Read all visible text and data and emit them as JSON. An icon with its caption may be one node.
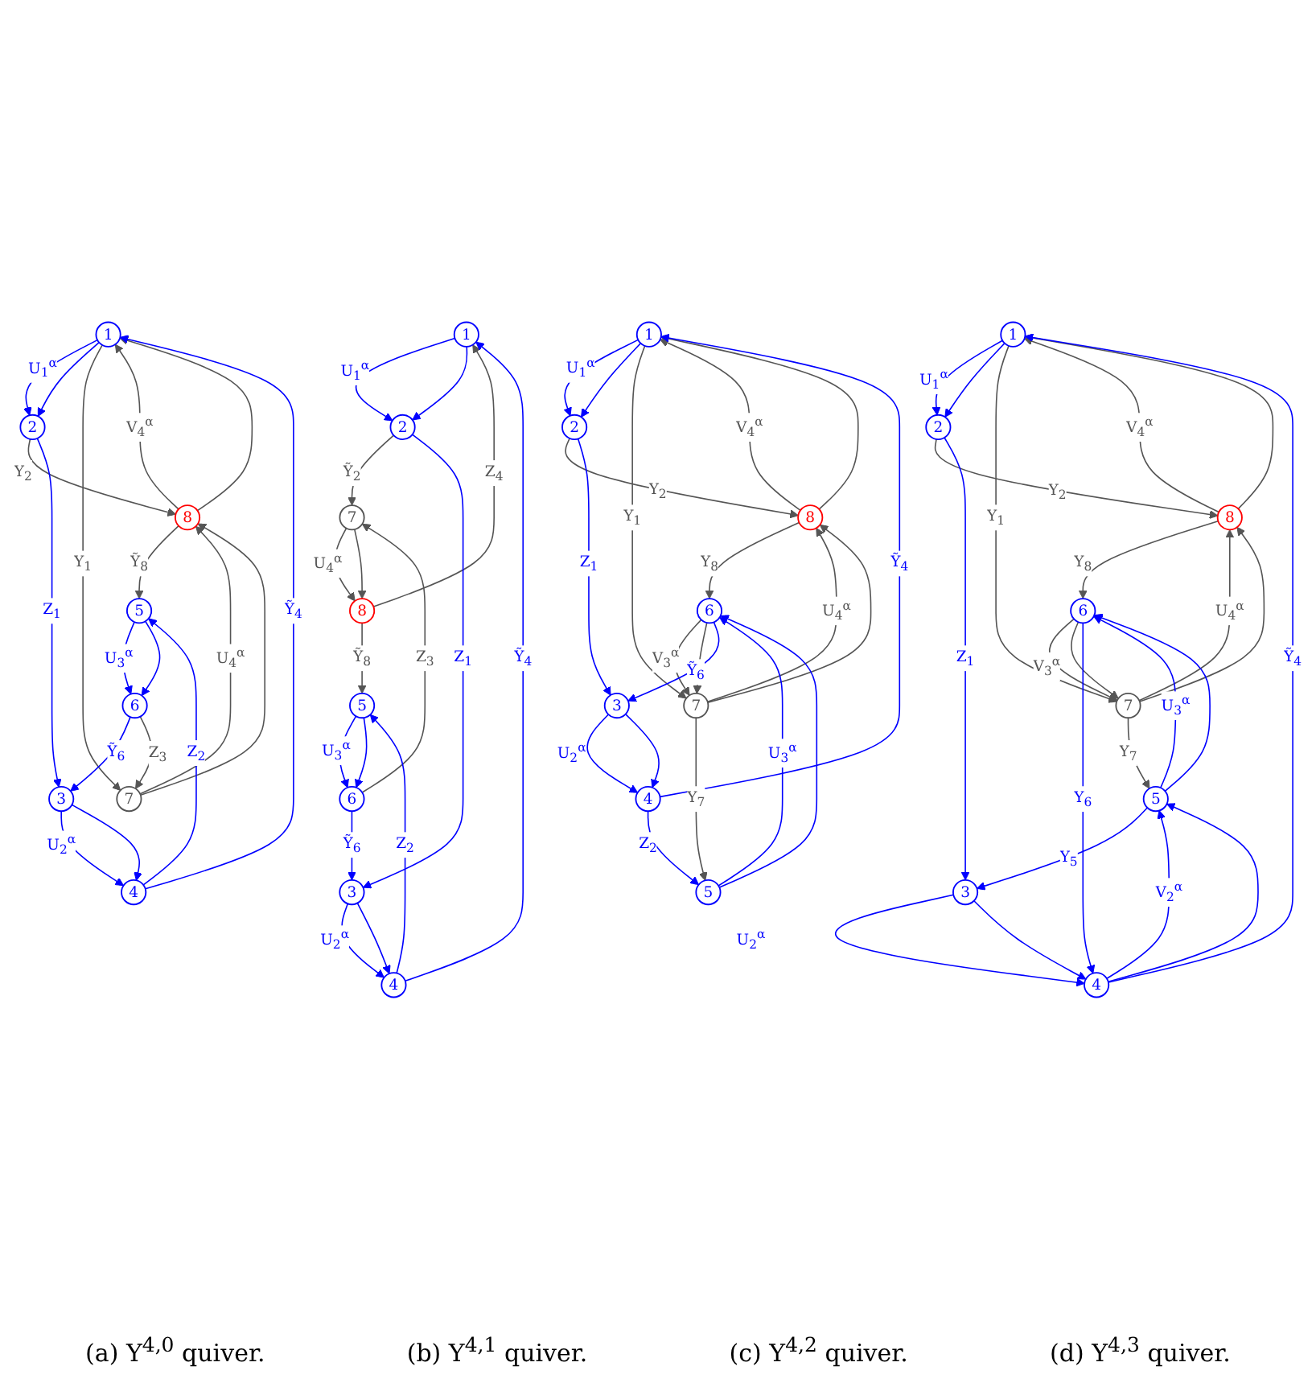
{
  "diagram": {
    "nodes": [
      {
        "text": [
          "1"
        ]
      },
      {
        "text": [
          "2"
        ]
      },
      {
        "text": [
          "3"
        ]
      },
      {
        "text": [
          "4"
        ]
      },
      {
        "text": [
          "5"
        ]
      },
      {
        "text": [
          "6"
        ]
      },
      {
        "text": [
          "7"
        ]
      },
      {
        "text": [
          "8"
        ]
      },
      {
        "text": [
          "1"
        ]
      },
      {
        "text": [
          "2"
        ]
      },
      {
        "text": [
          "3"
        ]
      },
      {
        "text": [
          "4"
        ]
      },
      {
        "text": [
          "5"
        ]
      },
      {
        "text": [
          "6"
        ]
      },
      {
        "text": [
          "7"
        ]
      },
      {
        "text": [
          "8"
        ]
      },
      {
        "text": [
          "1"
        ]
      },
      {
        "text": [
          "2"
        ]
      },
      {
        "text": [
          "3"
        ]
      },
      {
        "text": [
          "4"
        ]
      },
      {
        "text": [
          "5"
        ]
      },
      {
        "text": [
          "6"
        ]
      },
      {
        "text": [
          "7"
        ]
      },
      {
        "text": [
          "8"
        ]
      },
      {
        "text": [
          "1"
        ]
      },
      {
        "text": [
          "2"
        ]
      },
      {
        "text": [
          "3"
        ]
      },
      {
        "text": [
          "4"
        ]
      },
      {
        "text": [
          "5"
        ]
      },
      {
        "text": [
          "6"
        ]
      },
      {
        "text": [
          "7"
        ]
      },
      {
        "text": [
          "8"
        ]
      }
    ],
    "edges": [
      {
        "from": 7,
        "to": 0,
        "arrow": "to",
        "label": "Z$_{4}$",
        "color": "#555555"
      },
      {
        "from": 0,
        "to": 1,
        "arrow": "to",
        "label": "U$_{1}$$^{α}$"
      },
      {
        "from": 0,
        "to": 1,
        "arrow": "to"
      },
      {
        "from": 1,
        "to": 6,
        "arrow": "to",
        "label": "Ỹ$_{2}$",
        "color": "#555555"
      },
      {
        "from": 1,
        "to": 2,
        "arrow": "to",
        "label": "Z$_{1}$"
      },
      {
        "from": 3,
        "to": 0,
        "arrow": "to",
        "label": "Ỹ$_{4}$"
      },
      {
        "from": 6,
        "to": 7,
        "arrow": "to",
        "label": "U$_{4}$$^{α}$",
        "color": "#555555"
      },
      {
        "from": 6,
        "to": 7,
        "arrow": "to",
        "color": "#555555"
      },
      {
        "from": 7,
        "to": 4,
        "arrow": "to",
        "label": "Ỹ$_{8}$",
        "color": "#555555"
      },
      {
        "from": 5,
        "to": 2,
        "arrow": "to",
        "label": "Ỹ$_{6}$"
      },
      {
        "from": 2,
        "to": 3,
        "arrow": "to",
        "label": "U$_{2}$$^{α}$"
      },
      {
        "from": 2,
        "to": 3,
        "arrow": "to"
      },
      {
        "from": 5,
        "to": 6,
        "arrow": "to",
        "label": "Z$_{3}$",
        "color": "#555555"
      },
      {
        "from": 4,
        "to": 5,
        "arrow": "to",
        "label": "U$_{3}$$^{α}$"
      },
      {
        "from": 4,
        "to": 5,
        "arrow": "to"
      },
      {
        "from": 3,
        "to": 4,
        "arrow": "to",
        "label": "Z$_{2}$"
      },
      {
        "from": 15,
        "to": 8,
        "arrow": "to",
        "label": "V$_{4}$$^{α}$",
        "color": "#555555"
      },
      {
        "from": 15,
        "to": 8,
        "arrow": "to",
        "color": "#555555"
      },
      {
        "from": 8,
        "to": 9,
        "arrow": "to",
        "label": "U$_{1}$$^{α}$"
      },
      {
        "from": 8,
        "to": 9,
        "arrow": "to"
      },
      {
        "from": 9,
        "to": 15,
        "arrow": "to",
        "label": "Y$_{2}$",
        "color": "#555555"
      },
      {
        "from": 8,
        "to": 14,
        "arrow": "to",
        "label": "Y$_{1}$",
        "color": "#555555"
      },
      {
        "from": 9,
        "to": 10,
        "arrow": "to",
        "label": "Z$_{1}$"
      },
      {
        "from": 14,
        "to": 15,
        "arrow": "to",
        "label": "U$_{4}$$^{α}$",
        "color": "#555555"
      },
      {
        "from": 14,
        "to": 15,
        "arrow": "to",
        "color": "#555555"
      },
      {
        "from": 11,
        "to": 8,
        "arrow": "to",
        "label": "Ỹ$_{4}$"
      },
      {
        "from": 15,
        "to": 12,
        "arrow": "to",
        "label": "Ỹ$_{8}$",
        "color": "#555555"
      },
      {
        "from": 13,
        "to": 10,
        "arrow": "to",
        "label": "Ỹ$_{6}$"
      },
      {
        "from": 10,
        "to": 11,
        "arrow": "to",
        "label": "U$_{2}$$^{α}$"
      },
      {
        "from": 10,
        "to": 11,
        "arrow": "to"
      },
      {
        "from": 13,
        "to": 14,
        "arrow": "to",
        "label": "Z$_{3}$",
        "color": "#555555"
      },
      {
        "from": 12,
        "to": 13,
        "arrow": "to",
        "label": "U$_{3}$$^{α}$"
      },
      {
        "from": 12,
        "to": 13,
        "arrow": "to"
      },
      {
        "from": 11,
        "to": 12,
        "arrow": "to",
        "label": "Z$_{2}$"
      },
      {
        "from": 23,
        "to": 16,
        "arrow": "to",
        "label": "V$_{4}$$^{α}$",
        "color": "#555555"
      },
      {
        "from": 23,
        "to": 16,
        "arrow": "to",
        "color": "#555555"
      },
      {
        "from": 16,
        "to": 17,
        "arrow": "to",
        "label": "U$_{1}$$^{α}$"
      },
      {
        "from": 16,
        "to": 17,
        "arrow": "to"
      },
      {
        "from": 17,
        "to": 23,
        "arrow": "to",
        "label": "Y$_{2}$",
        "color": "#555555"
      },
      {
        "from": 16,
        "to": 22,
        "arrow": "to",
        "label": "Y$_{1}$",
        "color": "#555555"
      },
      {
        "from": 17,
        "to": 18,
        "arrow": "to",
        "label": "Z$_{1}$"
      },
      {
        "from": 22,
        "to": 23,
        "arrow": "to",
        "label": "U$_{4}$$^{α}$",
        "color": "#555555"
      },
      {
        "from": 22,
        "to": 23,
        "arrow": "to",
        "color": "#555555"
      },
      {
        "from": 19,
        "to": 16,
        "arrow": "to",
        "label": "Ỹ$_{4}$"
      },
      {
        "from": 23,
        "to": 21,
        "arrow": "to",
        "label": "Y$_{8}$",
        "color": "#555555"
      },
      {
        "from": 21,
        "to": 22,
        "arrow": "to",
        "label": "V$_{3}$$^{α}$",
        "color": "#555555"
      },
      {
        "from": 21,
        "to": 22,
        "arrow": "to",
        "color": "#555555"
      },
      {
        "from": 22,
        "to": 20,
        "arrow": "to",
        "label": "Y$_{7}$",
        "color": "#555555"
      },
      {
        "from": 21,
        "to": 18,
        "arrow": "to",
        "label": "Ỹ$_{6}$"
      },
      {
        "from": 18,
        "to": 19,
        "arrow": "to",
        "label": "U$_{2}$$^{α}$"
      },
      {
        "from": 18,
        "to": 19,
        "arrow": "to"
      },
      {
        "from": 20,
        "to": 21,
        "arrow": "to",
        "label": "U$_{3}$$^{α}$"
      },
      {
        "from": 20,
        "to": 21,
        "arrow": "to"
      },
      {
        "from": 19,
        "to": 20,
        "arrow": "to",
        "label": "Z$_{2}$"
      },
      {
        "from": 31,
        "to": 24,
        "arrow": "to",
        "label": "V$_{4}$$^{α}$",
        "color": "#555555"
      },
      {
        "from": 31,
        "to": 24,
        "arrow": "to",
        "color": "#555555"
      },
      {
        "from": 24,
        "to": 25,
        "arrow": "to",
        "label": "U$_{1}$$^{α}$"
      },
      {
        "from": 24,
        "to": 25,
        "arrow": "to"
      },
      {
        "from": 25,
        "to": 31,
        "arrow": "to",
        "label": "Y$_{2}$",
        "color": "#555555"
      },
      {
        "from": 24,
        "to": 30,
        "arrow": "to",
        "label": "Y$_{1}$",
        "color": "#555555"
      },
      {
        "from": 25,
        "to": 26,
        "arrow": "to",
        "label": "Z$_{1}$"
      },
      {
        "from": 30,
        "to": 31,
        "arrow": "to",
        "label": "U$_{4}$$^{α}$",
        "color": "#555555"
      },
      {
        "from": 30,
        "to": 31,
        "arrow": "to",
        "color": "#555555"
      },
      {
        "from": 27,
        "to": 24,
        "arrow": "to",
        "label": "Ỹ$_{4}$"
      },
      {
        "from": 31,
        "to": 29,
        "arrow": "to",
        "label": "Y$_{8}$",
        "color": "#555555"
      },
      {
        "from": 26,
        "to": 27,
        "arrow": "to",
        "label": "U$_{2}$$^{α}$"
      },
      {
        "from": 26,
        "to": 27,
        "arrow": "to"
      },
      {
        "from": 29,
        "to": 30,
        "arrow": "to",
        "label": "V$_{3}$$^{α}$",
        "color": "#555555"
      },
      {
        "from": 29,
        "to": 30,
        "arrow": "to",
        "color": "#555555"
      },
      {
        "from": 30,
        "to": 28,
        "arrow": "to",
        "label": "Y$_{7}$",
        "color": "#555555"
      },
      {
        "from": 28,
        "to": 26,
        "arrow": "to",
        "label": "Y$_{5}$"
      },
      {
        "from": 29,
        "to": 27,
        "arrow": "to",
        "label": "Y$_{6}$"
      },
      {
        "from": 28,
        "to": 29,
        "arrow": "to",
        "label": "U$_{3}$$^{α}$"
      },
      {
        "from": 28,
        "to": 29,
        "arrow": "to"
      },
      {
        "from": 27,
        "to": 28,
        "arrow": "to",
        "label": "V$_{2}$$^{α}$"
      },
      {
        "from": 27,
        "to": 28,
        "arrow": "to"
      }
    ],
    "labels": [
      "(a) Y$^{4,0}$ quiver.",
      "(b) Y$^{4,1}$ quiver.",
      "(c) Y$^{4,2}$ quiver.",
      "(d) Y$^{4,3}$ quiver."
    ]
  }
}
